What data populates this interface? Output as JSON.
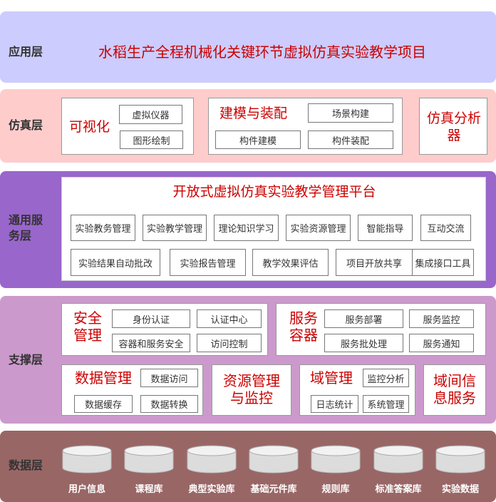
{
  "layers": {
    "app": {
      "label": "应用层",
      "title": "水稻生产全程机械化关键环节虚拟仿真实验教学项目"
    },
    "sim": {
      "label": "仿真层",
      "vis": {
        "title": "可视化",
        "items": [
          "虚拟仪器",
          "图形绘制"
        ]
      },
      "model": {
        "title": "建模与装配",
        "items": [
          "场景构建",
          "构件建模",
          "构件装配"
        ]
      },
      "analyzer": "仿真分析器"
    },
    "general": {
      "label": "通用服务层",
      "title": "开放式虚拟仿真实验教学管理平台",
      "row1": [
        "实验教务管理",
        "实验教学管理",
        "理论知识学习",
        "实验资源管理",
        "智能指导",
        "互动交流"
      ],
      "row2": [
        "实验结果自动批改",
        "实验报告管理",
        "教学效果评估",
        "项目开放共享",
        "集成接口工具"
      ]
    },
    "support": {
      "label": "支撑层",
      "security": {
        "title": "安全管理",
        "items": [
          "身份认证",
          "认证中心",
          "容器和服务安全",
          "访问控制"
        ]
      },
      "container": {
        "title": "服务容器",
        "items": [
          "服务部署",
          "服务监控",
          "服务批处理",
          "服务通知"
        ]
      },
      "data": {
        "title": "数据管理",
        "items": [
          "数据访问",
          "数据缓存",
          "数据转换"
        ]
      },
      "resource": "资源管理与监控",
      "domain": {
        "title": "域管理",
        "items": [
          "监控分析",
          "日志统计",
          "系统管理"
        ]
      },
      "interdomain": "域间信息服务"
    },
    "data": {
      "label": "数据层",
      "dbs": [
        "用户信息",
        "课程库",
        "典型实验库",
        "基础元件库",
        "规则库",
        "标准答案库",
        "实验数据"
      ]
    }
  },
  "colors": {
    "app": "#ccccff",
    "sim": "#ffcccc",
    "general": "#9966cc",
    "support": "#cc99cc",
    "data": "#996666",
    "accent": "#cc0000"
  }
}
